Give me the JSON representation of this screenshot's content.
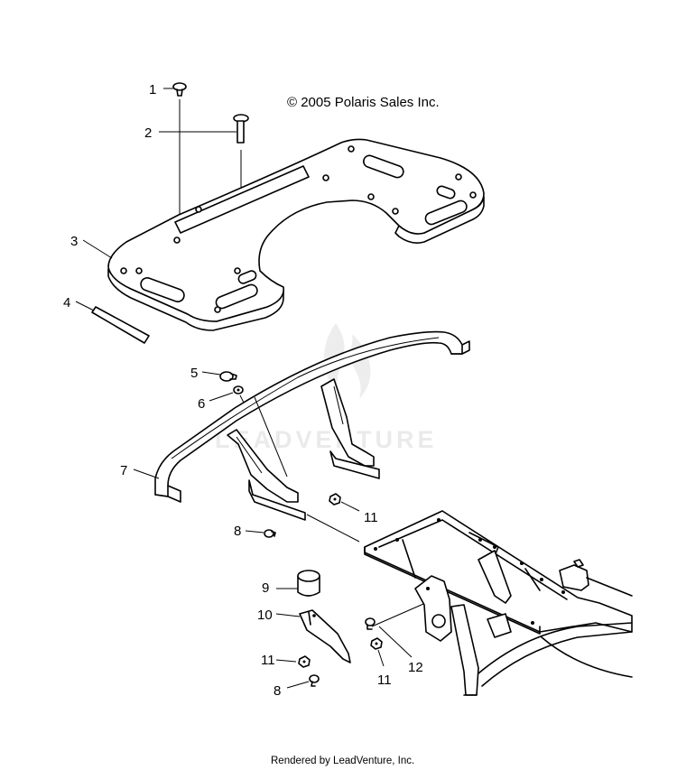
{
  "copyright": "© 2005 Polaris Sales Inc.",
  "watermark": "LEADVENTURE",
  "footer": "Rendered by LeadVenture, Inc.",
  "callouts": [
    {
      "id": "c1",
      "label": "1"
    },
    {
      "id": "c2",
      "label": "2"
    },
    {
      "id": "c3",
      "label": "3"
    },
    {
      "id": "c4",
      "label": "4"
    },
    {
      "id": "c5",
      "label": "5"
    },
    {
      "id": "c6",
      "label": "6"
    },
    {
      "id": "c7",
      "label": "7"
    },
    {
      "id": "c8a",
      "label": "8"
    },
    {
      "id": "c9",
      "label": "9"
    },
    {
      "id": "c10",
      "label": "10"
    },
    {
      "id": "c11a",
      "label": "11"
    },
    {
      "id": "c11b",
      "label": "11"
    },
    {
      "id": "c11c",
      "label": "11"
    },
    {
      "id": "c12",
      "label": "12"
    },
    {
      "id": "c8b",
      "label": "8"
    }
  ]
}
